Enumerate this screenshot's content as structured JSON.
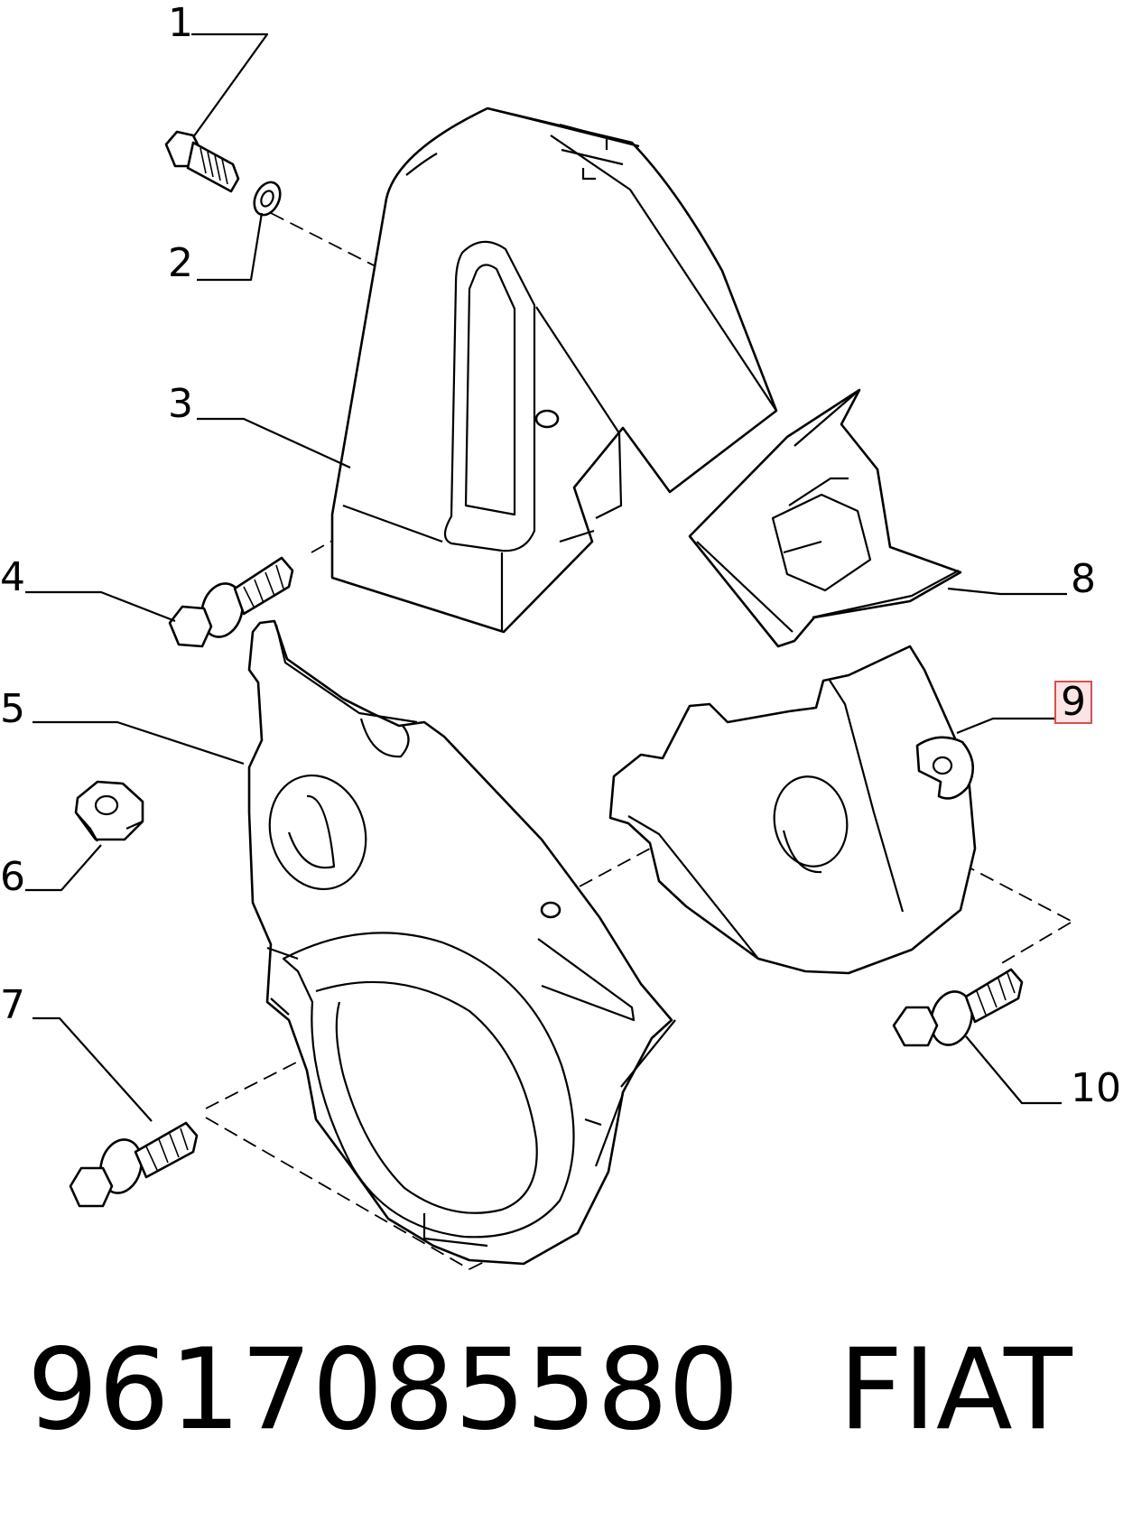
{
  "callouts": [
    {
      "id": "1",
      "label": "1",
      "highlighted": false
    },
    {
      "id": "2",
      "label": "2",
      "highlighted": false
    },
    {
      "id": "3",
      "label": "3",
      "highlighted": false
    },
    {
      "id": "4",
      "label": "4",
      "highlighted": false
    },
    {
      "id": "5",
      "label": "5",
      "highlighted": false
    },
    {
      "id": "6",
      "label": "6",
      "highlighted": false
    },
    {
      "id": "7",
      "label": "7",
      "highlighted": false
    },
    {
      "id": "8",
      "label": "8",
      "highlighted": false
    },
    {
      "id": "9",
      "label": "9",
      "highlighted": true
    },
    {
      "id": "10",
      "label": "10",
      "highlighted": false
    }
  ],
  "footer": {
    "part_number": "9617085580",
    "brand": "FIAT"
  },
  "colors": {
    "line": "#000000",
    "background": "#ffffff",
    "highlight_border": "#d94f4f",
    "highlight_fill": "#fbe4e4"
  }
}
